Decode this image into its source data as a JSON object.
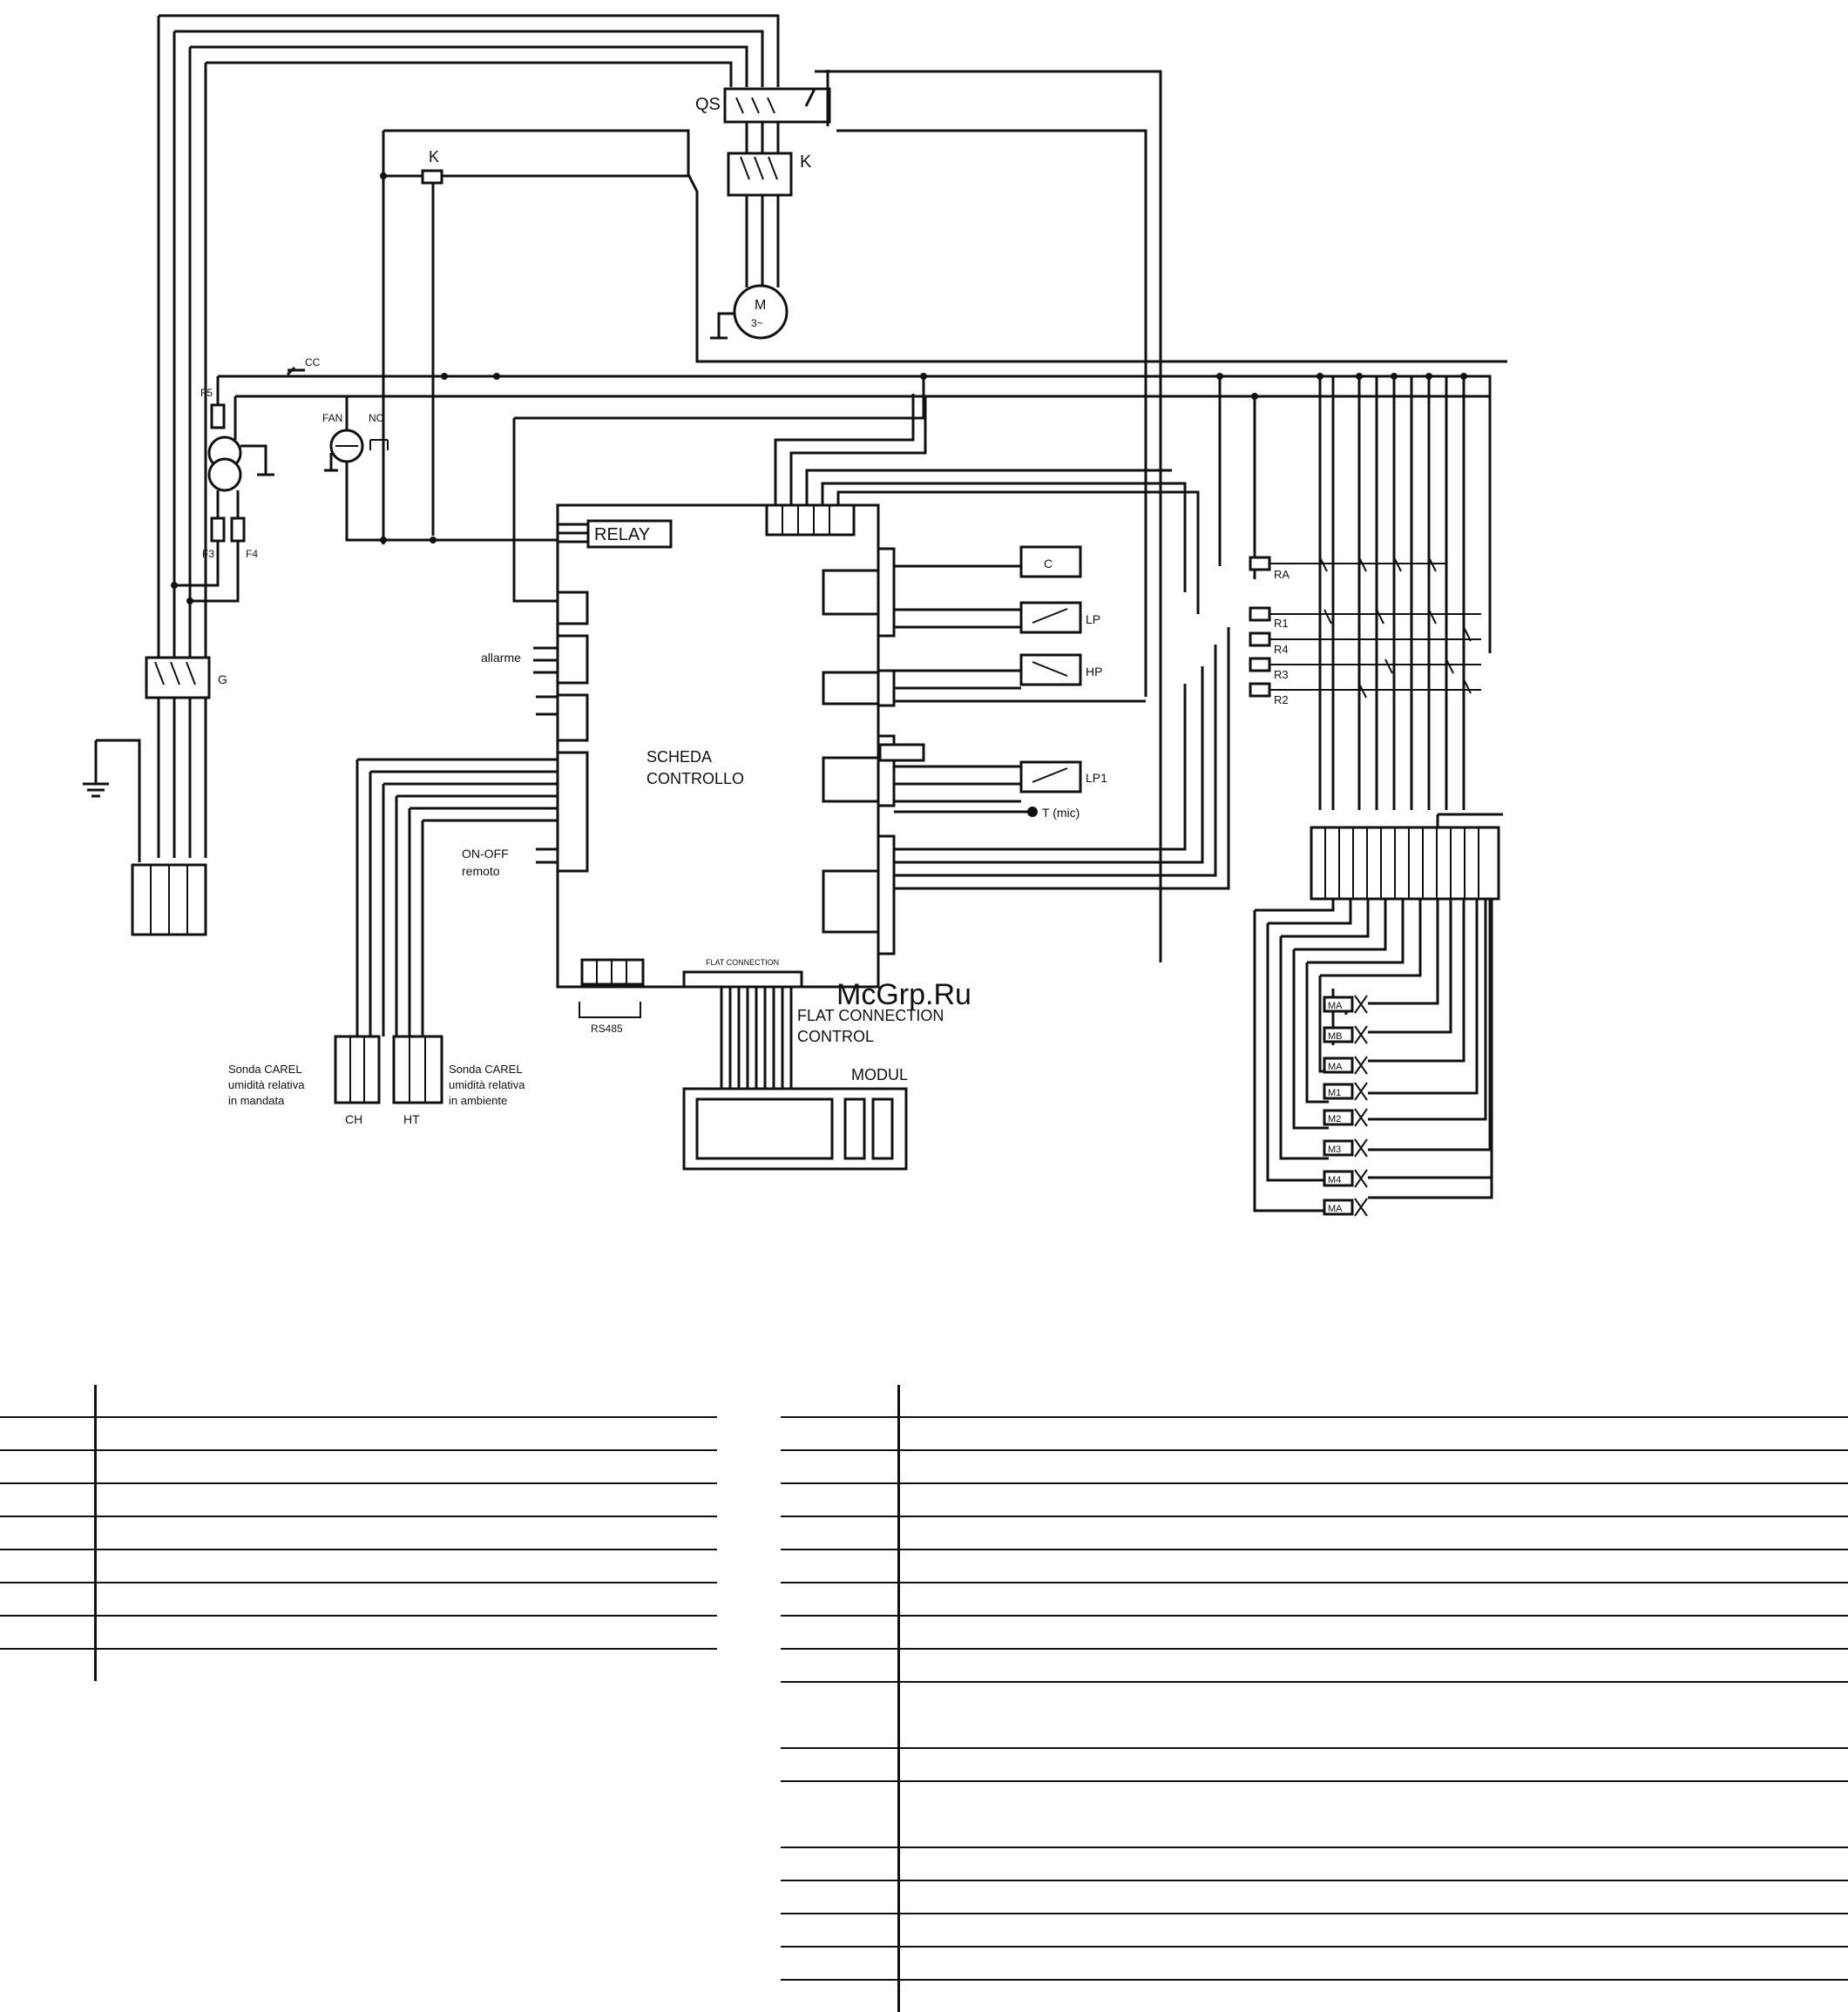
{
  "labels": {
    "qs": "QS",
    "k1": "K",
    "k2": "K",
    "motor_m": "M",
    "motor_phase": "3~",
    "cc": "CC",
    "f5": "F5",
    "f3": "F3",
    "f4": "F4",
    "fan": "FAN",
    "nc": "NC",
    "g": "G",
    "relay": "RELAY",
    "allarme": "allarme",
    "scheda_1": "SCHEDA",
    "scheda_2": "CONTROLLO",
    "onoff_1": "ON-OFF",
    "onoff_2": "remoto",
    "c": "C",
    "lp": "LP",
    "hp": "HP",
    "lp1": "LP1",
    "tmic": "T (mic)",
    "ra": "RA",
    "r1": "R1",
    "r4": "R4",
    "r3": "R3",
    "r2": "R2",
    "rs485": "RS485",
    "flat_small": "FLAT CONNECTION",
    "flat_1": "FLAT CONNECTION",
    "flat_2": "CONTROL",
    "modul": "MODUL",
    "ch": "CH",
    "ht": "HT",
    "carel_left_1": "Sonda CAREL",
    "carel_left_2": "umidità relativa",
    "carel_left_3": "in mandata",
    "carel_right_1": "Sonda CAREL",
    "carel_right_2": "umidità relativa",
    "carel_right_3": "in ambiente",
    "watermark": "McGrp.Ru"
  },
  "valves": [
    "MA",
    "MB",
    "MA",
    "M1",
    "M2",
    "M3",
    "M4",
    "MA"
  ],
  "tables": {
    "left_rows": 9,
    "right_rows": 17
  }
}
